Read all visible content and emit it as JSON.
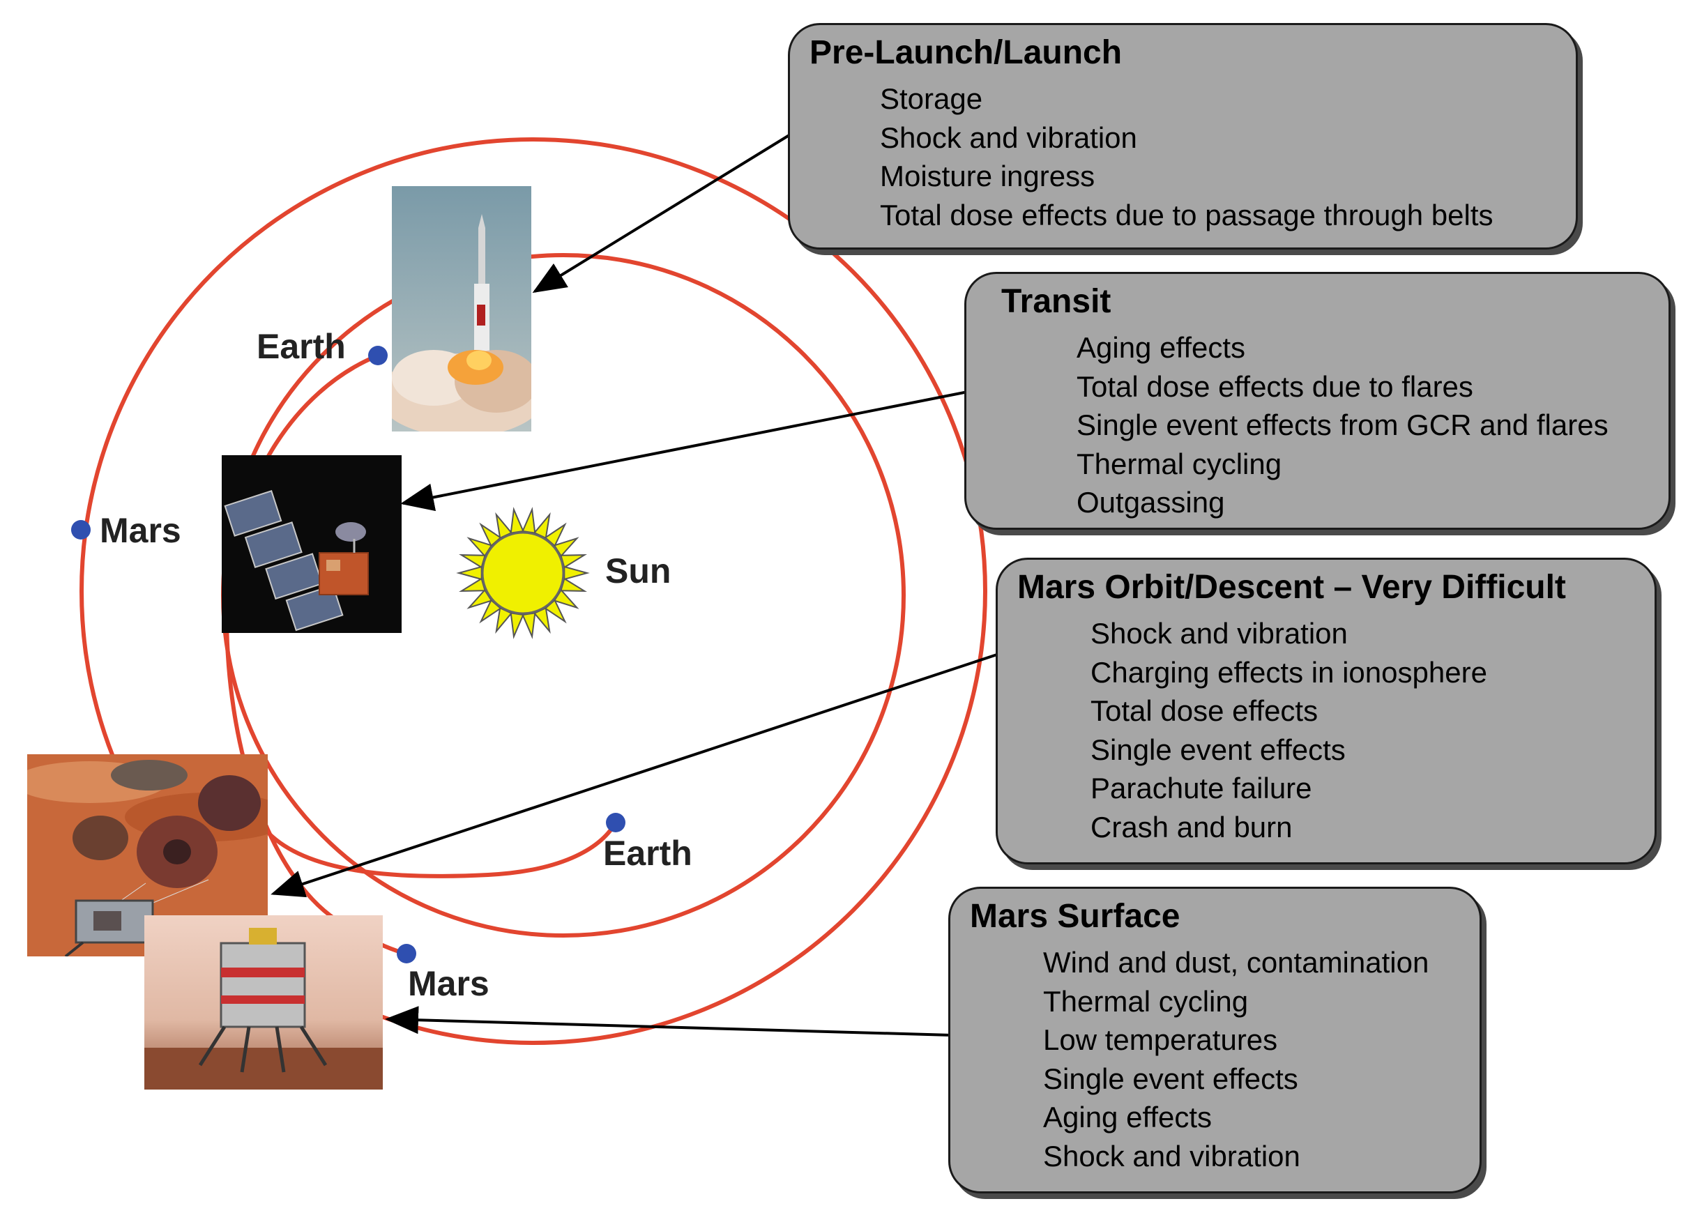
{
  "labels": {
    "earth_start": "Earth",
    "mars_start": "Mars",
    "sun": "Sun",
    "earth_end": "Earth",
    "mars_end": "Mars"
  },
  "phases": [
    {
      "title": "Pre-Launch/Launch",
      "items": [
        "Storage",
        "Shock and vibration",
        "Moisture ingress",
        "Total dose effects due to passage through belts"
      ]
    },
    {
      "title": "Transit",
      "items": [
        "Aging effects",
        "Total dose effects due to flares",
        "Single event effects from GCR and flares",
        "Thermal cycling",
        "Outgassing"
      ]
    },
    {
      "title": "Mars Orbit/Descent – Very Difficult",
      "items": [
        "Shock and vibration",
        "Charging effects in ionosphere",
        "Total dose effects",
        "Single event effects",
        "Parachute failure",
        "Crash and burn"
      ]
    },
    {
      "title": "Mars Surface",
      "items": [
        "Wind and dust, contamination",
        "Thermal cycling",
        "Low temperatures",
        "Single event effects",
        "Aging effects",
        "Shock and vibration"
      ]
    }
  ],
  "colors": {
    "orbit": "#e2452f",
    "planet_dot": "#2f4fb0",
    "sun": "#f0f000",
    "box_fill": "#a6a6a6",
    "arrow": "#000000"
  },
  "icons": [
    "rocket-launch-image",
    "spacecraft-image",
    "parachute-descent-image",
    "mars-lander-image",
    "sun-icon"
  ]
}
